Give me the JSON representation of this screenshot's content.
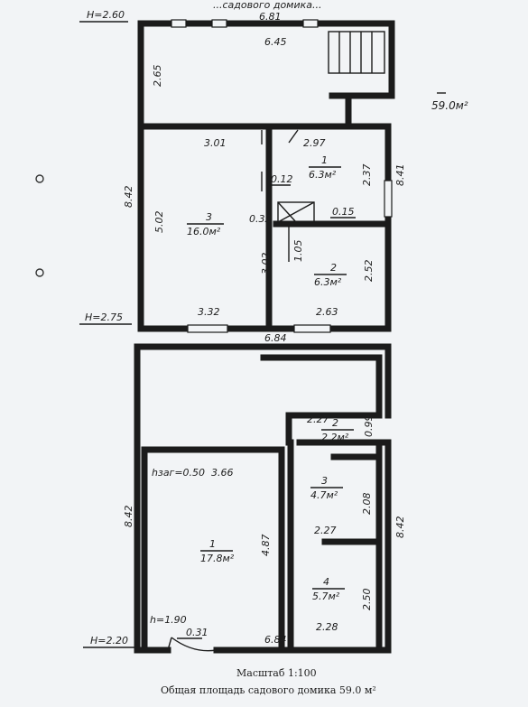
{
  "header_text": "...садового домика...",
  "level_marks": {
    "top": "H=2.60",
    "middle": "H=2.75",
    "bottom": "H=2.20"
  },
  "area_total_side": "59.0м²",
  "upper_floor": {
    "dim_top_outer": "6.81",
    "dim_top_inner": "6.45",
    "dim_left_upper": "2.65",
    "dim_left_main": "8.42",
    "dim_right_main": "8.41",
    "dim_bottom": "6.84",
    "rooms": [
      {
        "num": "3",
        "area": "16.0м²",
        "dim_top": "3.01",
        "dim_left": "5.02",
        "dim_bottom": "3.32",
        "dim_right": "3.02"
      },
      {
        "num": "1",
        "area": "6.3м²",
        "dim_top": "2.97",
        "dim_right": "2.37"
      },
      {
        "num": "2",
        "area": "6.3м²",
        "dim_bottom": "2.63",
        "dim_right": "2.52",
        "dim_left": "1.05"
      }
    ],
    "small_dims": [
      "0.12",
      "0.32",
      "0.15"
    ]
  },
  "lower_floor": {
    "dim_left": "8.42",
    "dim_right": "8.42",
    "dim_bottom": "6.84",
    "rooms": [
      {
        "num": "1",
        "area": "17.8м²",
        "dim_top": "3.66",
        "dim_right": "4.87",
        "note": "hзаг=0.50"
      },
      {
        "num": "2",
        "area": "2.2м²",
        "dim_top": "2.27",
        "dim_right": "0.99"
      },
      {
        "num": "3",
        "area": "4.7м²",
        "dim_right": "2.08",
        "dim_bottom": "2.27"
      },
      {
        "num": "4",
        "area": "5.7м²",
        "dim_right": "2.50",
        "dim_bottom": "2.28"
      }
    ],
    "h_note": "h=1.90",
    "small_dim": "0.31"
  },
  "scale_text": "Масштаб 1:100",
  "total_area_text": "Общая площадь садового домика 59.0 м²"
}
